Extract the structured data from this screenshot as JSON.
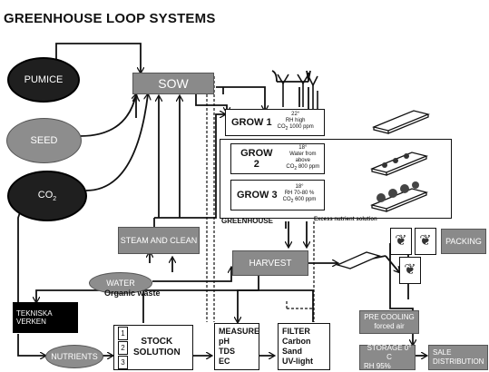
{
  "title": "GREENHOUSE LOOP SYSTEMS",
  "inputs": {
    "pumice": "PUMICE",
    "seed": "SEED",
    "co2": "CO",
    "co2_sub": "2",
    "water": "WATER",
    "nutrients": "NUTRIENTS"
  },
  "sow": "SOW",
  "grow1": {
    "label": "GROW 1",
    "l1": "22°",
    "l2": "RH high",
    "l3a": "CO",
    "l3sub": "2",
    "l3b": " 1000 ppm"
  },
  "grow2": {
    "label": "GROW 2",
    "l1": "18°",
    "l2": "Water from above",
    "l3a": "CO",
    "l3sub": "2",
    "l3b": " 800 ppm"
  },
  "grow3": {
    "label": "GROW 3",
    "l1": "18°",
    "l2": "RH 70-80 %",
    "l3a": "CO",
    "l3sub": "2",
    "l3b": " 600 ppm"
  },
  "greenhouse": "GREENHOUSE",
  "excess": "Excess nutrient solution",
  "steam": "STEAM AND CLEAN",
  "harvest": "HARVEST",
  "packing": "PACKING",
  "organic_waste": "Organic waste",
  "tekniska": {
    "l1": "TEKNISKA",
    "l2": "VERKEN"
  },
  "stock": {
    "l1": "STOCK",
    "l2": "SOLUTION",
    "n1": "1",
    "n2": "2",
    "n3": "3"
  },
  "measure": {
    "l1": "MEASURE",
    "l2": "pH",
    "l3": "TDS",
    "l4": "EC"
  },
  "filter": {
    "l1": "FILTER",
    "l2": "Carbon",
    "l3": "Sand",
    "l4": "UV-light"
  },
  "precooling": {
    "l1": "PRE COOLING",
    "l2": "forced air"
  },
  "storage": {
    "l1": "STORAGE 0° C",
    "l2": "RH 95%"
  },
  "sale": {
    "l1": "SALE",
    "l2": "DISTRIBUTION"
  },
  "icons": [
    "lettuce-icon",
    "tray-icon"
  ]
}
